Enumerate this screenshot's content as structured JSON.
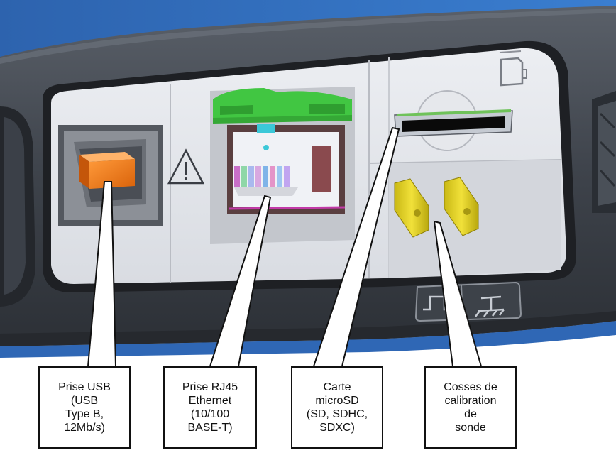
{
  "callouts": {
    "usb": {
      "lines": [
        "Prise USB",
        "(USB",
        "Type B,",
        "12Mb/s)"
      ]
    },
    "rj45": {
      "lines": [
        "Prise RJ45",
        "Ethernet",
        "(10/100",
        "BASE-T)"
      ]
    },
    "microsd": {
      "lines": [
        "Carte",
        "microSD",
        "(SD, SDHC,",
        "SDXC)"
      ]
    },
    "probe": {
      "lines": [
        "Cosses de",
        "calibration",
        "de",
        "sonde"
      ]
    }
  },
  "icons": {
    "warning": "warning-triangle-icon",
    "sd_card": "sd-card-icon",
    "square_wave": "square-wave-icon",
    "ground": "ground-icon"
  },
  "colors": {
    "casing": "#3a3e45",
    "casing_blue": "#2e6bb8",
    "panel": "#e4e6ea",
    "usb_orange": "#f07a12",
    "rj45_green": "#3cc23c",
    "lug_yellow": "#e2d21e"
  }
}
